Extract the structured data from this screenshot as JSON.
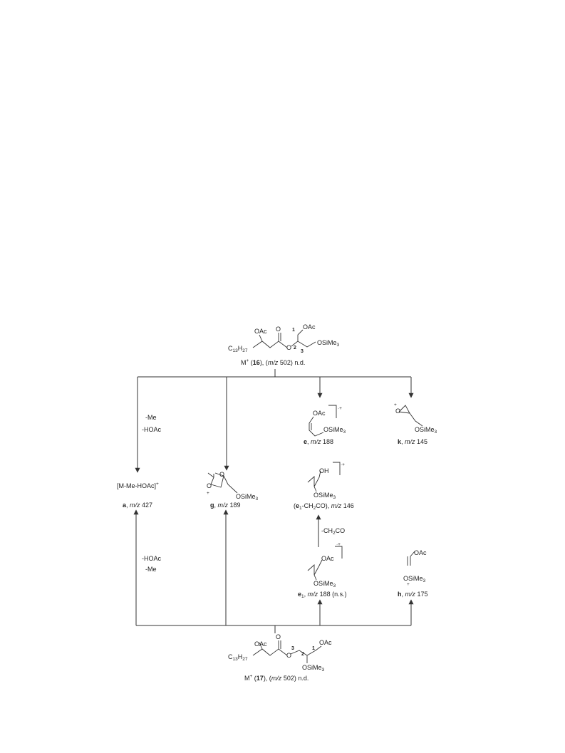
{
  "top_structure": {
    "substituent_oac_left": "OAc",
    "substituent_oac_top": "OAc",
    "chain": "C",
    "chain_sub1": "13",
    "chain_h": "H",
    "chain_sub2": "27",
    "o_ester": "O",
    "o_carbonyl": "O",
    "osime3": "OSiMe",
    "sime3_sub": "3",
    "pos1": "1",
    "pos2": "2",
    "pos3": "3",
    "caption_m": "M",
    "caption_sup": "+",
    "caption_open": " (",
    "caption_compound": "16",
    "caption_close": "), (",
    "caption_mz": "m/z",
    "caption_value": " 502) n.d."
  },
  "bottom_structure": {
    "substituent_oac_left": "OAc",
    "substituent_oac_right": "OAc",
    "chain": "C",
    "chain_sub1": "13",
    "chain_h": "H",
    "chain_sub2": "27",
    "o_ester": "O",
    "o_carbonyl": "O",
    "osime3": "OSiMe",
    "sime3_sub": "3",
    "pos1": "1",
    "pos2": "2",
    "pos3": "3",
    "caption_m": "M",
    "caption_sup": "+",
    "caption_open": " (",
    "caption_compound": "17",
    "caption_close": "), (",
    "caption_mz": "m/z",
    "caption_value": " 502) n.d."
  },
  "losses": {
    "top_line1": "-Me",
    "top_line2": "-HOAc",
    "bottom_line1": "-HOAc",
    "bottom_line2": "-Me",
    "ketene_prefix": "-CH",
    "ketene_sub": "2",
    "ketene_suffix": "CO"
  },
  "fragments": {
    "a": {
      "formula": "[M-Me-HOAc]",
      "formula_sup": "+",
      "letter": "a",
      "mz": "m/z",
      "value": " 427"
    },
    "g": {
      "label_o1": "O",
      "label_o2": "O",
      "plus": "+",
      "osime3": "OSiMe",
      "sime3_sub": "3",
      "letter": "g",
      "mz": "m/z",
      "value": " 189"
    },
    "e": {
      "oac": "OAc",
      "osime3": "OSiMe",
      "sime3_sub": "3",
      "charge": "·+",
      "letter": "e",
      "mz": "m/z",
      "value": " 188"
    },
    "k": {
      "o": "O",
      "plus": "+",
      "osime3": "OSiMe",
      "sime3_sub": "3",
      "letter": "k",
      "mz": "m/z",
      "value": " 145"
    },
    "e1_minus": {
      "oh": "OH",
      "osime3": "OSiMe",
      "sime3_sub": "3",
      "charge": "·+",
      "open": "(",
      "letter": "e",
      "letter_sub": "1",
      "rest": "-CH",
      "rest_sub": "2",
      "rest_end": "CO), ",
      "mz": "m/z",
      "value": " 146"
    },
    "e1": {
      "oac": "OAc",
      "osime3": "OSiMe",
      "sime3_sub": "3",
      "charge": "·+",
      "letter": "e",
      "letter_sub": "1",
      "sep": ", ",
      "mz": "m/z",
      "value": " 188 (n.s.)"
    },
    "h": {
      "oac": "OAc",
      "osime3": "OSiMe",
      "sime3_sub": "3",
      "plus": "+",
      "letter": "h",
      "mz": "m/z",
      "value": " 175"
    }
  },
  "colors": {
    "ink": "#333333",
    "text": "#222222",
    "background": "#ffffff"
  }
}
